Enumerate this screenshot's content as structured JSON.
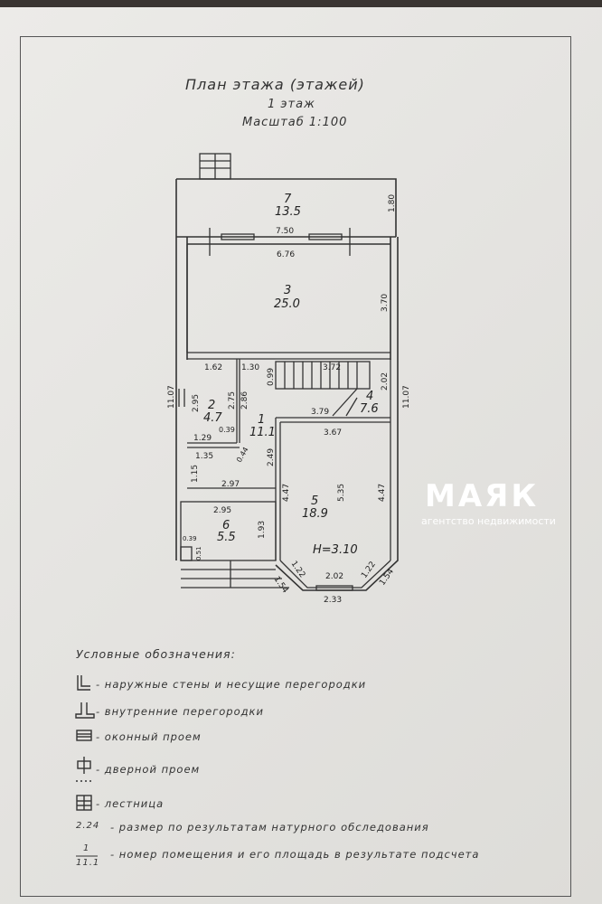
{
  "header": {
    "title": "План этажа (этажей)",
    "floor": "1 этаж",
    "scale": "Масштаб 1:100"
  },
  "rooms": [
    {
      "num": "7",
      "area": "13.5"
    },
    {
      "num": "3",
      "area": "25.0"
    },
    {
      "num": "2",
      "area": "4.7"
    },
    {
      "num": "1",
      "area": "11.1"
    },
    {
      "num": "4",
      "area": "7.6"
    },
    {
      "num": "5",
      "area": "18.9"
    },
    {
      "num": "6",
      "area": "5.5"
    }
  ],
  "dimensions": {
    "d180": "1.80",
    "d750": "7.50",
    "d676": "6.76",
    "d370": "3.70",
    "d162": "1.62",
    "d130": "1.30",
    "d099": "0.99",
    "d372": "3.72",
    "d202": "2.02",
    "d1107l": "11.07",
    "d1107r": "11.07",
    "d295": "2.95",
    "d275": "2.75",
    "d286": "2.86",
    "d379": "3.79",
    "d367": "3.67",
    "d129": "1.29",
    "d039": "0.39",
    "d044": "0.44",
    "d135": "1.35",
    "d249": "2.49",
    "d115": "1.15",
    "d297": "2.97",
    "d447l": "4.47",
    "d535": "5.35",
    "d447r": "4.47",
    "d295b": "2.95",
    "d193": "1.93",
    "d039b": "0.39",
    "d051": "0.51",
    "height": "H=3.10",
    "d122l": "1.22",
    "d122r": "1.22",
    "d154l": "1.54",
    "d154r": "1.54",
    "d202b": "2.02",
    "d233": "2.33"
  },
  "watermark": {
    "brand": "МАЯК",
    "tagline": "агентство недвижимости"
  },
  "legend": {
    "title": "Условные обозначения:",
    "items": [
      "- наружные стены и несущие перегородки",
      "- внутренние перегородки",
      "- оконный проем",
      "- дверной проем",
      "- лестница",
      "- размер по результатам натурного обследования",
      "- номер помещения и его площадь в результате подсчета"
    ],
    "sample_size": "2.24",
    "sample_num": "1",
    "sample_area": "11.1"
  }
}
